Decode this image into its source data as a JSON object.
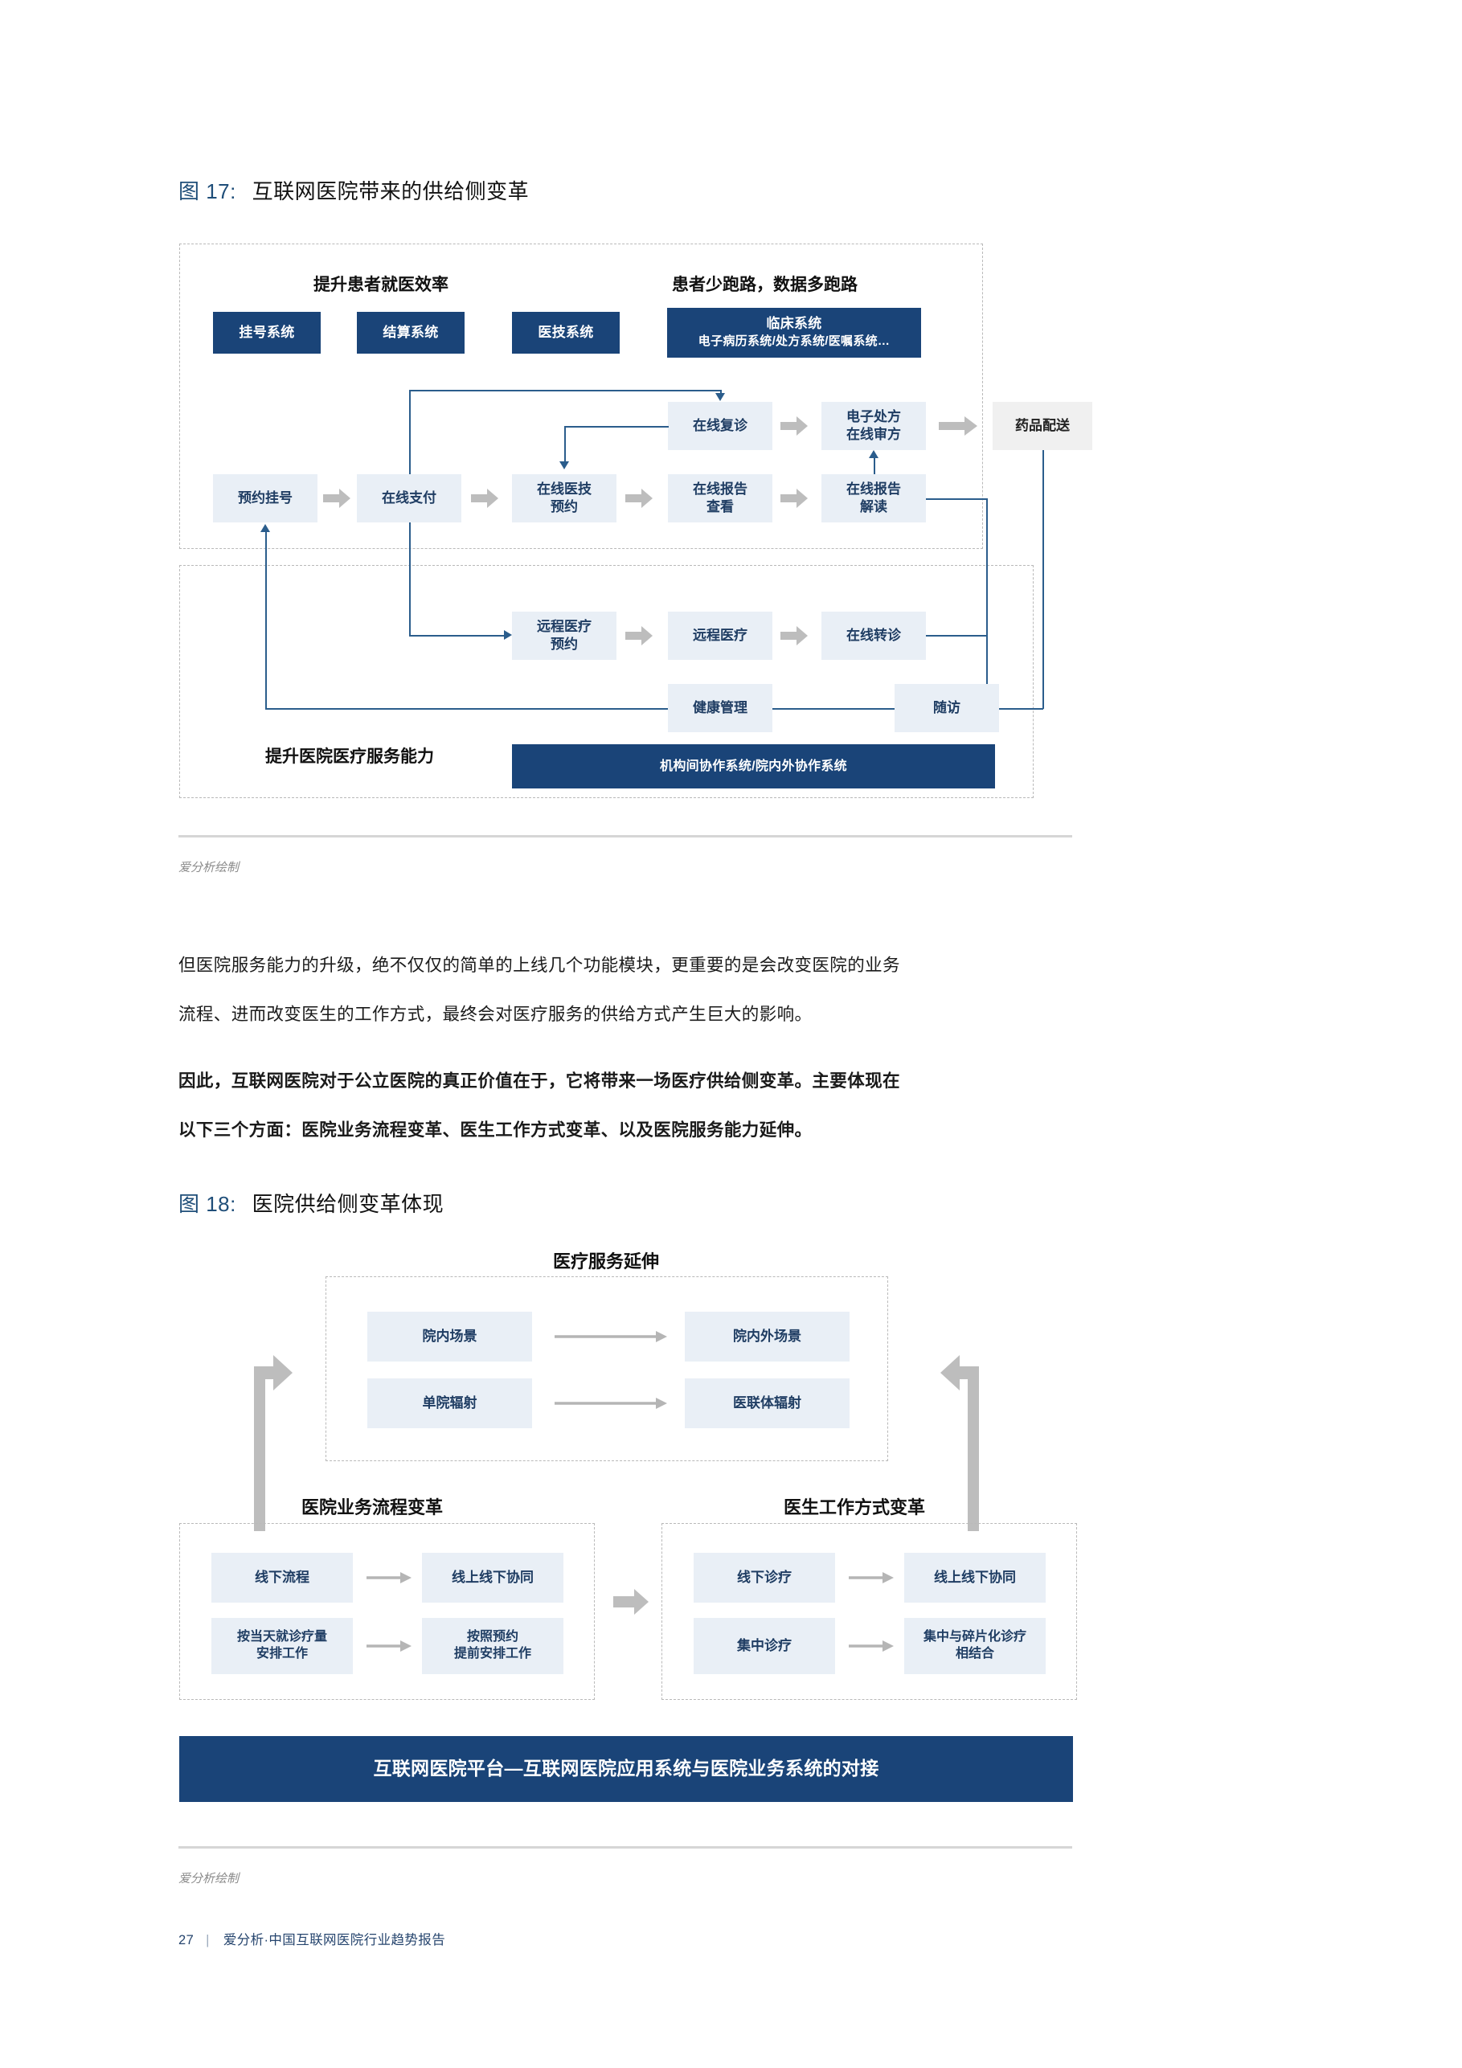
{
  "figure17": {
    "caption_num": "图 17:",
    "caption_title": "互联网医院带来的供给侧变革",
    "headings": {
      "left": "提升患者就医效率",
      "right": "患者少跑路，数据多跑路",
      "bottom": "提升医院医疗服务能力"
    },
    "system_boxes": [
      {
        "label": "挂号系统"
      },
      {
        "label": "结算系统"
      },
      {
        "label": "医技系统"
      }
    ],
    "clinical_box": {
      "line1": "临床系统",
      "line2": "电子病历系统/处方系统/医嘱系统…"
    },
    "flow_main": [
      {
        "label": "预约挂号"
      },
      {
        "label": "在线支付"
      },
      {
        "label": "在线医技\n预约"
      },
      {
        "label": "在线报告\n查看"
      },
      {
        "label": "在线报告\n解读"
      }
    ],
    "flow_upper": [
      {
        "label": "在线复诊"
      },
      {
        "label": "电子处方\n在线审方"
      }
    ],
    "delivery_box": {
      "label": "药品配送"
    },
    "flow_lower": [
      {
        "label": "远程医疗\n预约"
      },
      {
        "label": "远程医疗"
      },
      {
        "label": "在线转诊"
      }
    ],
    "health_box": {
      "label": "健康管理"
    },
    "followup_box": {
      "label": "随访"
    },
    "collab_bar": {
      "label": "机构间协作系统/院内外协作系统"
    },
    "source": "爱分析绘制"
  },
  "body": {
    "p1": "但医院服务能力的升级，绝不仅仅的简单的上线几个功能模块，更重要的是会改变医院的业务",
    "p2": "流程、进而改变医生的工作方式，最终会对医疗服务的供给方式产生巨大的影响。",
    "p3": "因此，互联网医院对于公立医院的真正价值在于，它将带来一场医疗供给侧变革。主要体现在",
    "p4": "以下三个方面：医院业务流程变革、医生工作方式变革、以及医院服务能力延伸。"
  },
  "figure18": {
    "caption_num": "图 18:",
    "caption_title": "医院供给侧变革体现",
    "groups": {
      "top": {
        "title": "医疗服务延伸",
        "rows": [
          {
            "from": "院内场景",
            "to": "院内外场景"
          },
          {
            "from": "单院辐射",
            "to": "医联体辐射"
          }
        ]
      },
      "left": {
        "title": "医院业务流程变革",
        "rows": [
          {
            "from": "线下流程",
            "to": "线上线下协同"
          },
          {
            "from": "按当天就诊疗量\n安排工作",
            "to": "按照预约\n提前安排工作"
          }
        ]
      },
      "right": {
        "title": "医生工作方式变革",
        "rows": [
          {
            "from": "线下诊疗",
            "to": "线上线下协同"
          },
          {
            "from": "集中诊疗",
            "to": "集中与碎片化诊疗\n相结合"
          }
        ]
      }
    },
    "platform_bar": {
      "label": "互联网医院平台—互联网医院应用系统与医院业务系统的对接"
    },
    "source": "爱分析绘制"
  },
  "footer": {
    "page": "27",
    "separator": "|",
    "text": "爱分析·中国互联网医院行业趋势报告"
  },
  "colors": {
    "navy": "#1a4478",
    "caption_blue": "#1f4e79",
    "lite_box": "#e9eff6",
    "grey_box": "#f0f0f0",
    "connector": "#2b5d8c",
    "arrow_grey": "#bdbdbd",
    "dashed": "#b9b9b9"
  }
}
